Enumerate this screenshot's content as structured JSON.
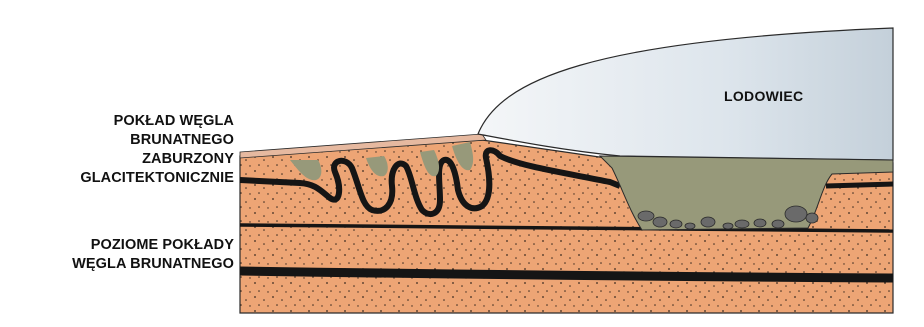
{
  "labels": {
    "glacier": "LODOWIEC",
    "deformed_seam": [
      "POKŁAD WĘGLA",
      "BRUNATNEGO",
      "ZABURZONY",
      "GLACITEKTONICZNIE"
    ],
    "horizontal_seams": [
      "POZIOME POKŁADY",
      "WĘGLA BRUNATNEGO"
    ]
  },
  "colors": {
    "sediment": "#eda575",
    "coal": "#151515",
    "ice": "#dbe3ea",
    "till": "#97997a",
    "topsoil": "#e6b9a0",
    "boulders": "#6a6a6a",
    "outline": "#2a2a2a"
  }
}
